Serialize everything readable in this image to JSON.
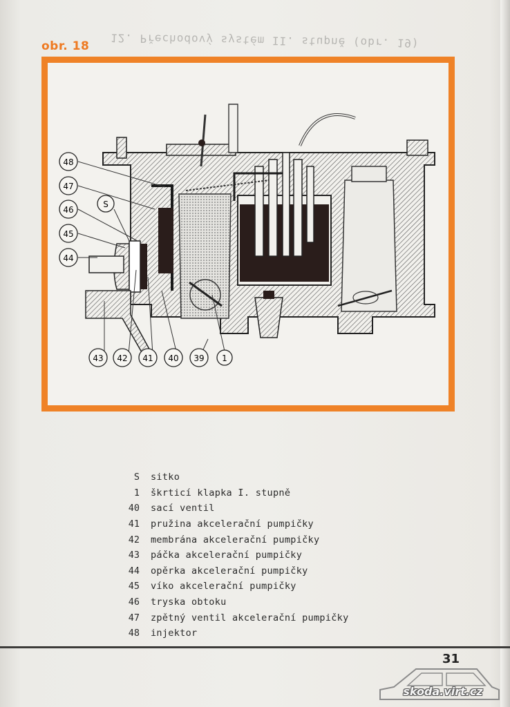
{
  "figure": {
    "label": "obr. 18",
    "ghost_heading": "12. Přechodový systém II. stupně (obr. 19)",
    "callouts": {
      "c48": "48",
      "c47": "47",
      "c46": "46",
      "cS": "S",
      "c45": "45",
      "c44": "44",
      "c43": "43",
      "c42": "42",
      "c41": "41",
      "c40": "40",
      "c39": "39",
      "c1": "1"
    },
    "accent_color": "#ef8227"
  },
  "legend": {
    "items": [
      {
        "code": "S",
        "desc": "sitko"
      },
      {
        "code": "1",
        "desc": "škrticí klapka I. stupně"
      },
      {
        "code": "40",
        "desc": "sací ventil"
      },
      {
        "code": "41",
        "desc": "pružina akcelerační pumpičky"
      },
      {
        "code": "42",
        "desc": "membrána akcelerační pumpičky"
      },
      {
        "code": "43",
        "desc": "páčka akcelerační pumpičky"
      },
      {
        "code": "44",
        "desc": "opěrka akcelerační pumpičky"
      },
      {
        "code": "45",
        "desc": "víko akcelerační pumpičky"
      },
      {
        "code": "46",
        "desc": "tryska obtoku"
      },
      {
        "code": "47",
        "desc": "zpětný ventil akcelerační pumpičky"
      },
      {
        "code": "48",
        "desc": "injektor"
      }
    ]
  },
  "page_number": "31",
  "watermark": {
    "text": "skoda.virt.cz"
  }
}
